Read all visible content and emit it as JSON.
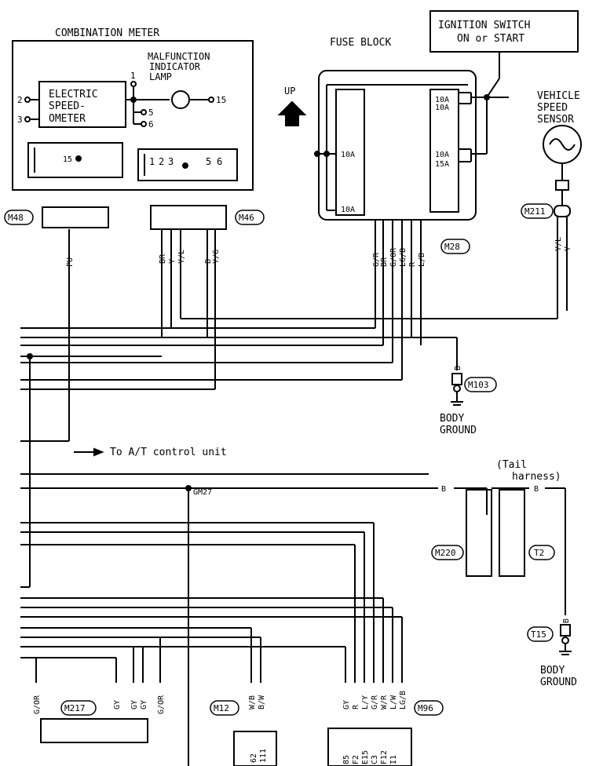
{
  "combination_meter": {
    "title": "COMBINATION METER",
    "speedometer_lines": [
      "ELECTRIC",
      "SPEED-",
      "OMETER"
    ],
    "mil_lines": [
      "MALFUNCTION",
      "INDICATOR",
      "LAMP"
    ],
    "pins": {
      "p2": "2",
      "p3": "3",
      "p1": "1",
      "p5": "5",
      "p6": "6",
      "p15": "15"
    },
    "connector_left_pin": "15",
    "connector_right_pins": [
      "1",
      "2",
      "3",
      "5",
      "6"
    ]
  },
  "fuse_block": {
    "title": "FUSE BLOCK",
    "fuses_left": [
      "10A",
      "10A"
    ],
    "fuses_right": [
      "10A",
      "10A",
      "10A",
      "15A"
    ]
  },
  "ignition_switch": [
    "IGNITION SWITCH",
    "ON or START"
  ],
  "up_label": "UP",
  "vehicle_speed_sensor": [
    "VEHICLE",
    "SPEED",
    "SENSOR"
  ],
  "connectors": {
    "m48": "M48",
    "m46": "M46",
    "m211": "M211",
    "m28": "M28",
    "m103": "M103",
    "m220": "M220",
    "t2": "T2",
    "t15": "T15",
    "m217": "M217",
    "m12": "M12",
    "m96": "M96"
  },
  "wire_labels": {
    "m48": [
      "PU"
    ],
    "m46": [
      "BR",
      "Y",
      "Y/L",
      "B",
      "Y/G"
    ],
    "m28": [
      "G/R",
      "BR",
      "G/OR",
      "LG/B",
      "R",
      "L/B"
    ],
    "m211": [
      "Y/L",
      "Y"
    ],
    "m103": "B",
    "tail": "B",
    "m220_wire": "B",
    "t15_wire": "B",
    "m217": [
      "G/OR",
      "GY",
      "GY",
      "GY",
      "G/OR"
    ],
    "m12": [
      "W/B",
      "B/W"
    ],
    "m96": [
      "GY",
      "R",
      "L/Y",
      "G/R",
      "W/R",
      "L/W",
      "LG/B"
    ]
  },
  "body_ground_1": [
    "BODY",
    "GROUND"
  ],
  "body_ground_2": [
    "BODY",
    "GROUND"
  ],
  "tail_harness": [
    "(Tail",
    "harness)"
  ],
  "to_at_control": "To A/T control unit",
  "junction_gm27": "GM27",
  "bottom_pins_m12": [
    "62",
    "111"
  ],
  "bottom_pins_m96": [
    "85",
    "F2",
    "E15",
    "C3",
    "F12",
    "I1"
  ]
}
